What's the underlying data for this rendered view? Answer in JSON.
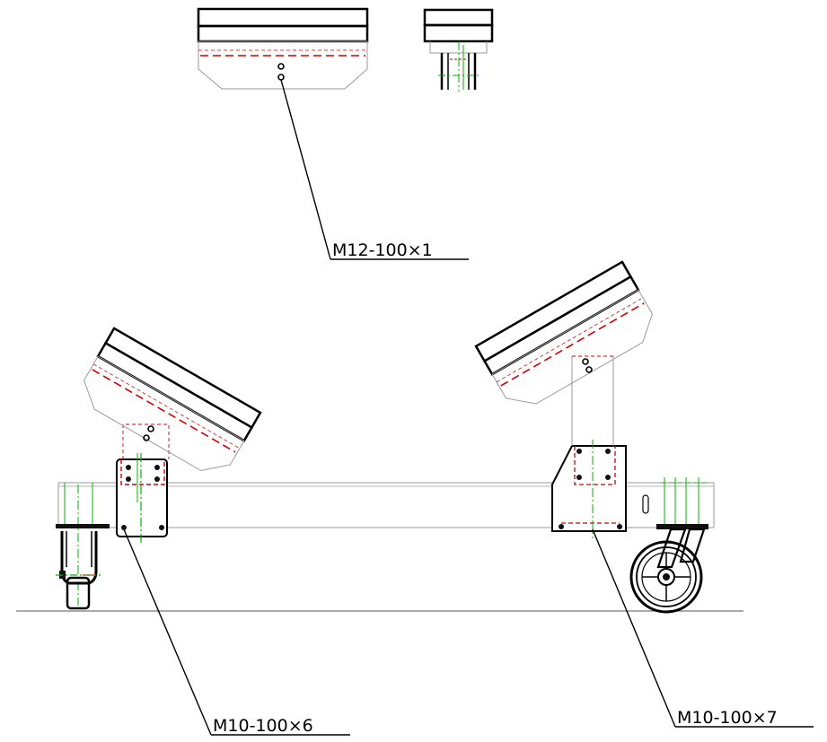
{
  "callouts": {
    "top": "M12-100×1",
    "bottom_left": "M10-100×6",
    "bottom_right": "M10-100×7"
  },
  "colors": {
    "outline": "#000000",
    "thin_line": "#9a9a9a",
    "hidden_line": "#d40000",
    "center_line": "#00b400"
  }
}
